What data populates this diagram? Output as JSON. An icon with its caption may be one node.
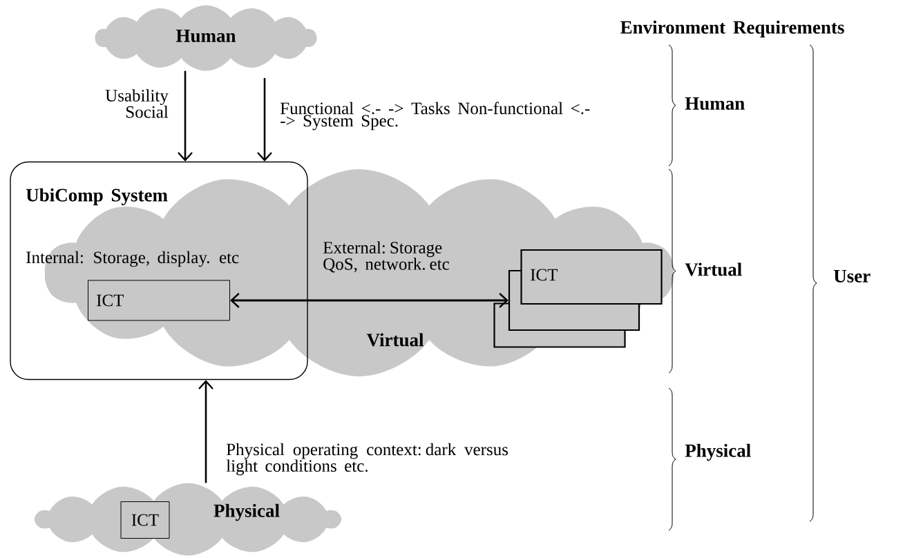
{
  "diagram": {
    "nodes": [
      {
        "text": [
          "Human"
        ]
      },
      {
        "text": [
          "UbiComp System",
          "Internal: Storage, display. etc"
        ]
      },
      {
        "text": [
          "ICT"
        ],
        "in": 1
      },
      {
        "text": [
          "External: Storage QoS, network. etc",
          "Virtual"
        ]
      },
      {
        "text": [
          "ICT"
        ],
        "in": 3
      },
      {
        "text": [],
        "shape": "box",
        "in": 3
      },
      {
        "text": [],
        "shape": "box",
        "in": 3
      },
      {
        "text": [
          "Physical"
        ]
      },
      {
        "text": [
          "ICT"
        ],
        "in": 7
      }
    ],
    "edges": [
      {
        "from": 0,
        "to": 1,
        "arrow": "to",
        "label": "Usability Social"
      },
      {
        "from": null,
        "to": 1,
        "arrow": "to",
        "label": "Functional <.- -> Tasks Non-functional <.- -> System Spec."
      },
      {
        "from": 2,
        "to": 5,
        "arrow": "both"
      },
      {
        "from": 7,
        "to": 1,
        "arrow": "to",
        "label": "Physical operating context: dark versus light conditions etc."
      }
    ],
    "labels": [
      "Environment Requirements",
      "Human",
      "Virtual",
      "Physical",
      "User"
    ]
  }
}
